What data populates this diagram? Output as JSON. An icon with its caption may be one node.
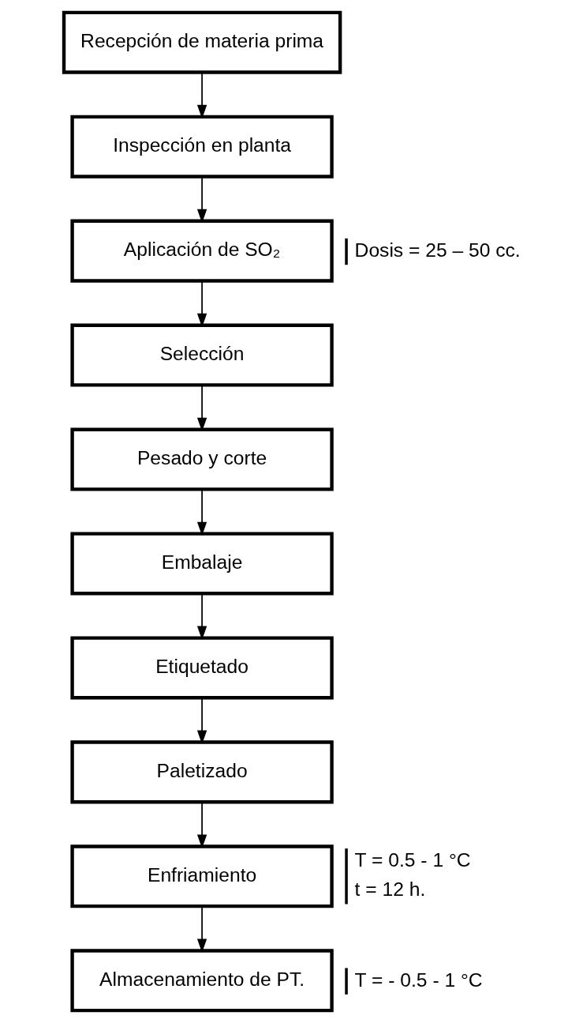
{
  "diagram": {
    "nodes": [
      {
        "text": [
          "Recepción de materia prima"
        ]
      },
      {
        "text": [
          "Inspección en planta"
        ]
      },
      {
        "text": [
          "Aplicación de SO₂"
        ],
        "beside": [
          "Dosis = 25 – 50 cc."
        ]
      },
      {
        "text": [
          "Selección"
        ]
      },
      {
        "text": [
          "Pesado y corte"
        ]
      },
      {
        "text": [
          "Embalaje"
        ]
      },
      {
        "text": [
          "Etiquetado"
        ]
      },
      {
        "text": [
          "Paletizado"
        ]
      },
      {
        "text": [
          "Enfriamiento"
        ],
        "beside": [
          "T = 0.5 - 1 °C",
          "t = 12 h."
        ]
      },
      {
        "text": [
          "Almacenamiento de PT."
        ],
        "beside": [
          "T = - 0.5 - 1 °C"
        ]
      }
    ],
    "edges": [
      {
        "from": 0,
        "to": 1,
        "arrow": "to"
      },
      {
        "from": 1,
        "to": 2,
        "arrow": "to"
      },
      {
        "from": 2,
        "to": 3,
        "arrow": "to"
      },
      {
        "from": 3,
        "to": 4,
        "arrow": "to"
      },
      {
        "from": 4,
        "to": 5,
        "arrow": "to"
      },
      {
        "from": 5,
        "to": 6,
        "arrow": "to"
      },
      {
        "from": 6,
        "to": 7,
        "arrow": "to"
      },
      {
        "from": 7,
        "to": 8,
        "arrow": "to"
      },
      {
        "from": 8,
        "to": 9,
        "arrow": "to"
      }
    ]
  }
}
